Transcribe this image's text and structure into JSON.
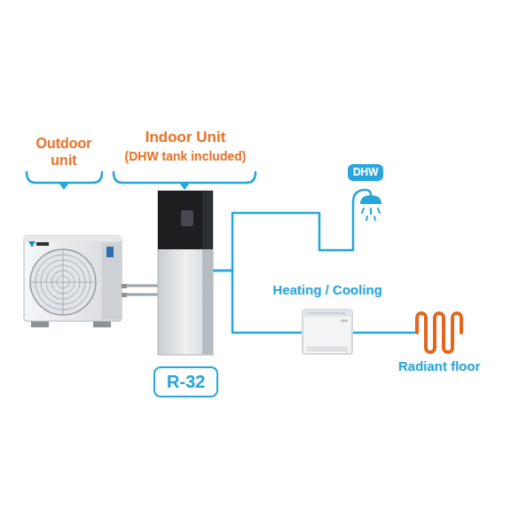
{
  "diagram": {
    "nodes": [
      {
        "text": [
          "Outdoor unit"
        ]
      },
      {
        "text": [
          "Indoor Unit",
          "(DHW tank included)"
        ]
      },
      {
        "text": [
          "R-32"
        ]
      },
      {
        "text": [
          "DHW"
        ]
      },
      {
        "text": [
          "Heating / Cooling"
        ]
      },
      {
        "text": [
          "Radiant floor"
        ]
      }
    ],
    "edges": [
      {
        "from": 0,
        "to": 1,
        "arrow": "none"
      },
      {
        "from": 1,
        "to": 3,
        "arrow": "none"
      },
      {
        "from": 1,
        "to": 4,
        "arrow": "none"
      },
      {
        "from": 4,
        "to": 5,
        "arrow": "none"
      }
    ]
  }
}
